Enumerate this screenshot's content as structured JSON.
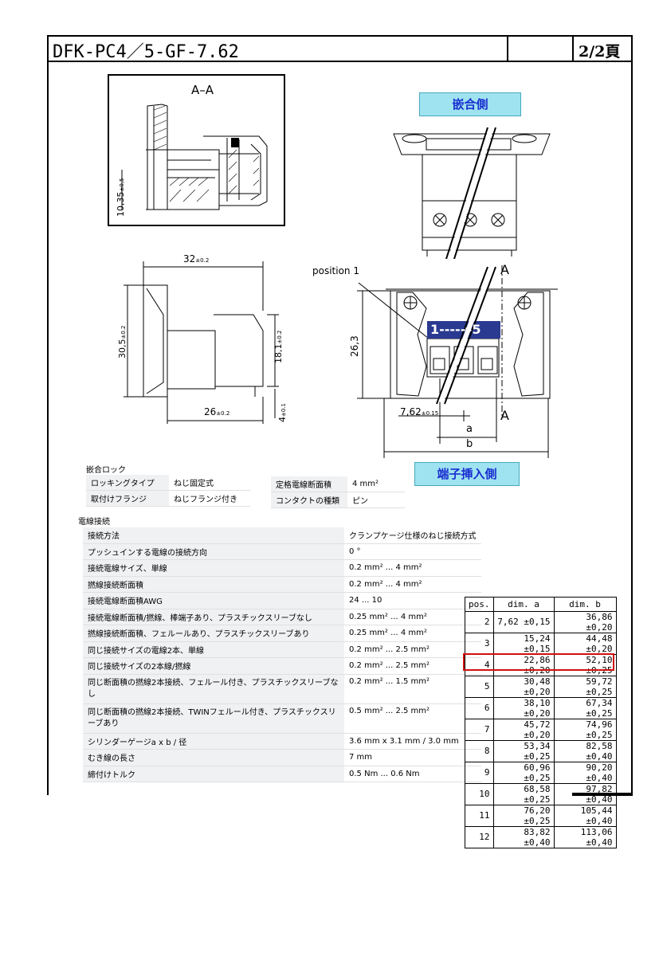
{
  "header": {
    "title": "DFK-PC4／5-GF-7.62",
    "page": "2/2頁"
  },
  "drawing": {
    "section_label": "A–A",
    "section_dim": "10,35",
    "section_dim_tol": "±0,5",
    "mating_side": "嵌合側",
    "insertion_side": "端子挿入側",
    "position_label": "position 1",
    "arrow_label": "1-----▸5",
    "arrow_start": "1",
    "arrow_end": "5",
    "cut_a_top": "A",
    "cut_a_bottom": "A",
    "dim_32": "32",
    "dim_32_tol": "±0.2",
    "dim_30_5": "30,5",
    "dim_30_5_tol": "±0.2",
    "dim_18_1": "18,1",
    "dim_18_1_tol": "±0.2",
    "dim_26": "26",
    "dim_26_tol": "±0.2",
    "dim_4": "4",
    "dim_4_tol": "±0.1",
    "dim_26_3": "26,3",
    "dim_7_62": "7,62",
    "dim_7_62_tol": "±0.15",
    "dim_a": "a",
    "dim_b": "b"
  },
  "locking": {
    "title": "嵌合ロック",
    "rows": [
      {
        "key": "ロッキングタイプ",
        "value": "ねじ固定式"
      },
      {
        "key": "取付けフランジ",
        "value": "ねじフランジ付き"
      }
    ]
  },
  "rating": {
    "rows": [
      {
        "key": "定格電線断面積",
        "value": "4 mm²"
      },
      {
        "key": "コンタクトの種類",
        "value": "ピン"
      }
    ]
  },
  "wire": {
    "title": "電線接続",
    "rows": [
      {
        "key": "接続方法",
        "value": "クランプケージ仕様のねじ接続方式"
      },
      {
        "key": "プッシュインする電線の接続方向",
        "value": "0 °"
      },
      {
        "key": "接続電線サイズ、単線",
        "value": "0.2 mm² ... 4 mm²"
      },
      {
        "key": "撚線接続断面積",
        "value": "0.2 mm² ... 4 mm²"
      },
      {
        "key": "接続電線断面積AWG",
        "value": "24 ... 10"
      },
      {
        "key": "接続電線断面積/撚線、棒端子あり、プラスチックスリーブなし",
        "value": "0.25 mm² ... 4 mm²"
      },
      {
        "key": "撚線接続断面積、フェルールあり、プラスチックスリーブあり",
        "value": "0.25 mm² ... 4 mm²"
      },
      {
        "key": "同じ接続サイズの電線2本、単線",
        "value": "0.2 mm² ... 2.5 mm²"
      },
      {
        "key": "同じ接続サイズの2本線/撚線",
        "value": "0.2 mm² ... 2.5 mm²"
      },
      {
        "key": "同じ断面積の撚線2本接続、フェルール付き、プラスチックスリーブなし",
        "value": "0.2 mm² ... 1.5 mm²"
      },
      {
        "key": "同じ断面積の撚線2本接続、TWINフェルール付き、プラスチックスリーブあり",
        "value": "0.5 mm² ... 2.5 mm²"
      },
      {
        "key": "シリンダーゲージa x b / 径",
        "value": "3.6 mm x 3.1 mm / 3.0 mm"
      },
      {
        "key": "むき線の長さ",
        "value": "7 mm"
      },
      {
        "key": "締付けトルク",
        "value": "0.5 Nm ... 0.6 Nm"
      }
    ]
  },
  "dims": {
    "headers": [
      "pos.",
      "dim. a",
      "dim. b"
    ],
    "rows": [
      [
        "2",
        "7,62 ±0,15",
        "36,86 ±0,20"
      ],
      [
        "3",
        "15,24 ±0,15",
        "44,48 ±0,20"
      ],
      [
        "4",
        "22,86 ±0,20",
        "52,10 ±0,25"
      ],
      [
        "5",
        "30,48 ±0,20",
        "59,72 ±0,25"
      ],
      [
        "6",
        "38,10 ±0,20",
        "67,34 ±0,25"
      ],
      [
        "7",
        "45,72 ±0,20",
        "74,96 ±0,25"
      ],
      [
        "8",
        "53,34 ±0,25",
        "82,58 ±0,40"
      ],
      [
        "9",
        "60,96 ±0,25",
        "90,20 ±0,40"
      ],
      [
        "10",
        "68,58 ±0,25",
        "97,82 ±0,40"
      ],
      [
        "11",
        "76,20 ±0,25",
        "105,44 ±0,40"
      ],
      [
        "12",
        "83,82 ±0,40",
        "113,06 ±0,40"
      ]
    ],
    "highlight_color": "#d01010"
  }
}
